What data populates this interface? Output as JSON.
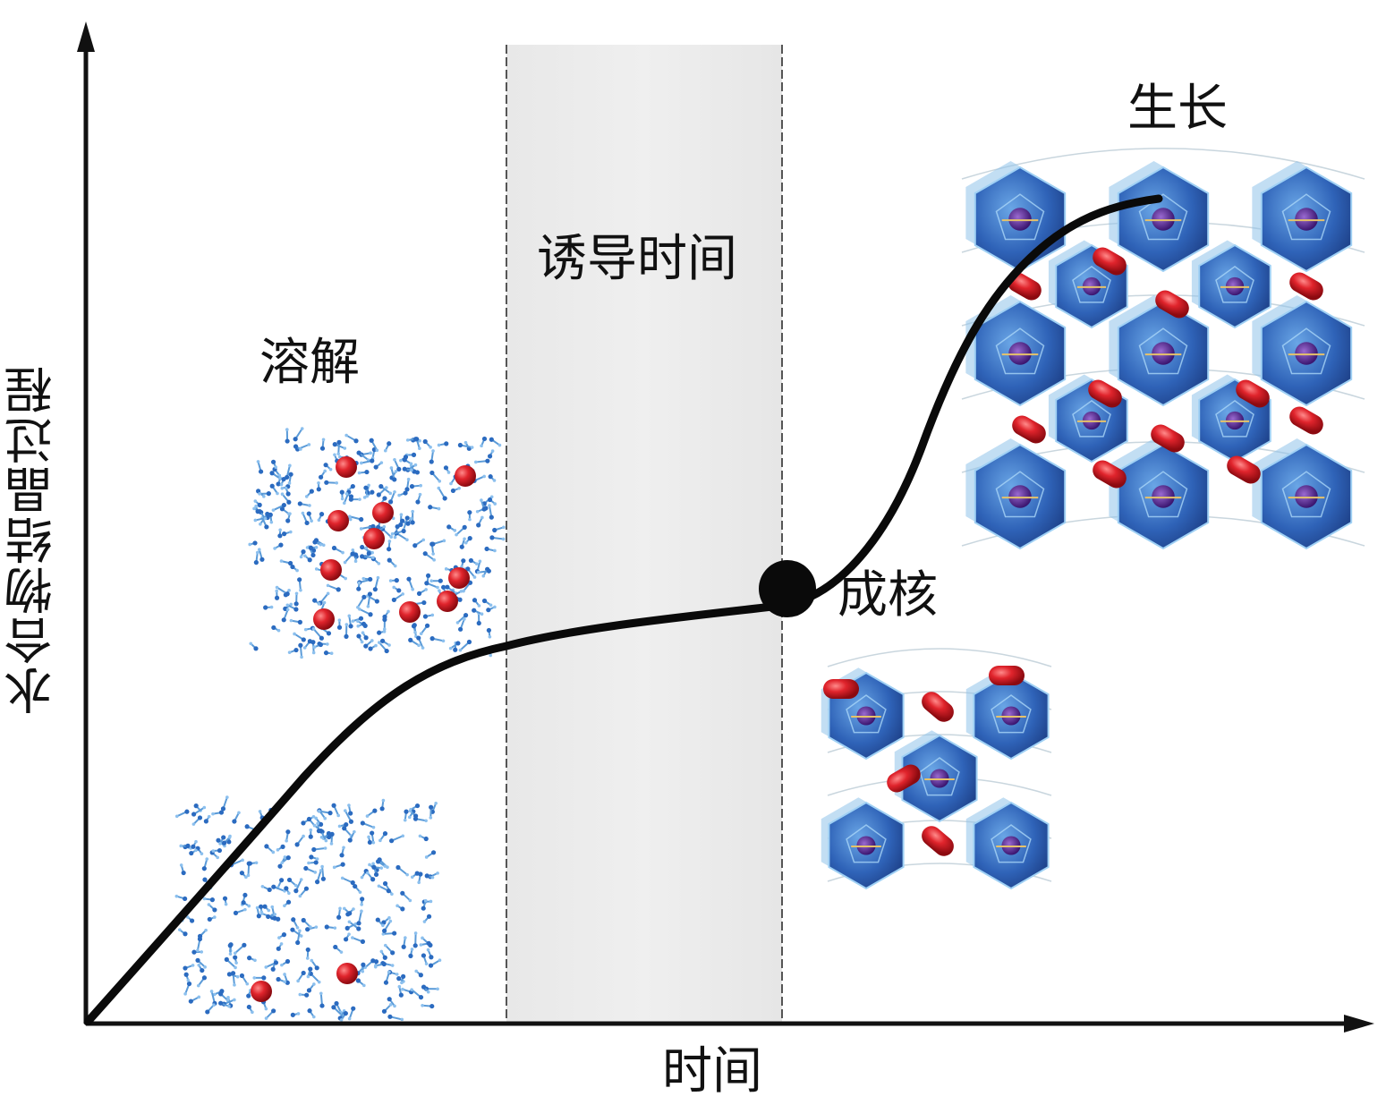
{
  "labels": {
    "y_axis": "水合物结晶过程",
    "x_axis": "时间",
    "induction": "诱导时间",
    "dissolve": "溶解",
    "nucleation": "成核",
    "growth": "生长"
  },
  "colors": {
    "axis": "#111111",
    "curve": "#0a0a0a",
    "induction_band": "#ebebeb",
    "band_border": "#555555",
    "molecule_red": "#d01a22",
    "molecule_blue": "#2b6bc0",
    "cage_blue": "#3a73c8",
    "cage_light": "#8fc3ea",
    "guest_purple": "#5a2a8a"
  },
  "icons": [
    "arrow-up-icon",
    "arrow-right-icon",
    "nucleation-point-icon",
    "solution-molecules-icon",
    "hydrate-cage-cluster-icon",
    "hydrate-crystal-lattice-icon"
  ]
}
